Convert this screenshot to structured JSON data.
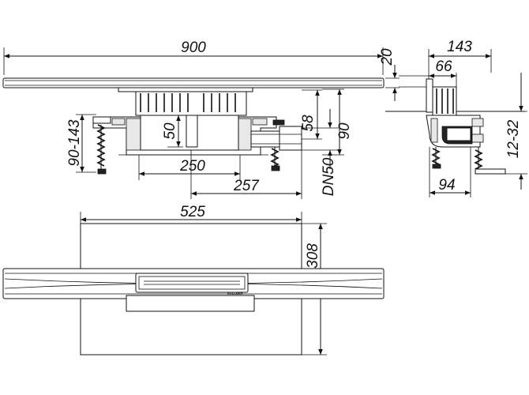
{
  "dimensions": {
    "overall_length": "900",
    "flange_height": "20",
    "height_range": "90-143",
    "drain_depth": "50",
    "outlet_height": "58",
    "body_height": "90",
    "outlet_diameter": "DN50",
    "body_width_250": "250",
    "outlet_offset": "257",
    "side_width": "143",
    "side_offset": "66",
    "side_body_width": "94",
    "adjust_range": "12-32",
    "plan_width": "525",
    "plan_depth": "308"
  },
  "brand_text": "DALLMER"
}
